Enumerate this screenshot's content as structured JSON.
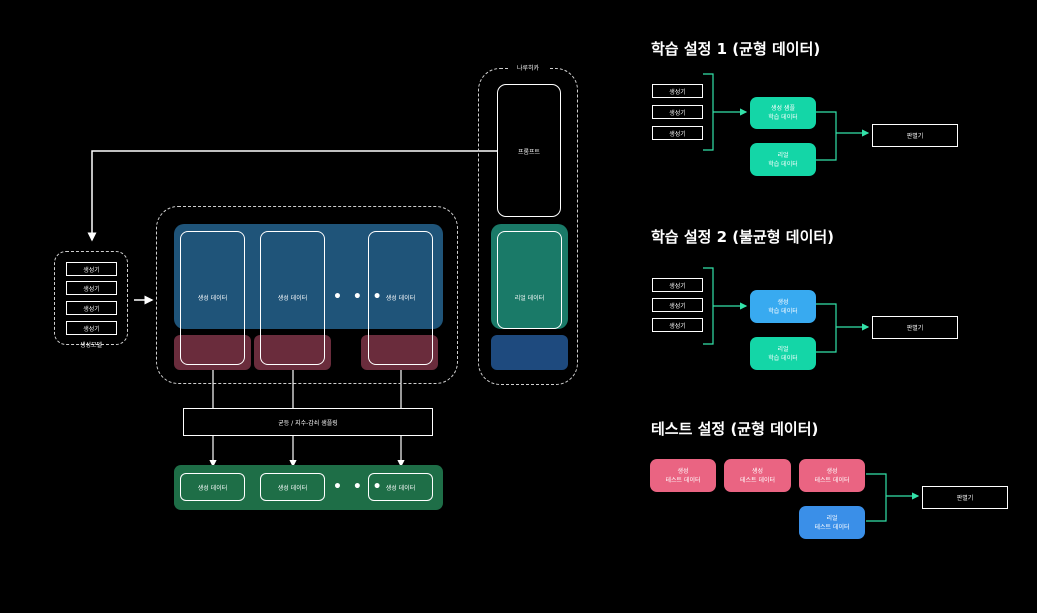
{
  "diagram": {
    "generator_label": "생성기",
    "gen_model_label": "생성모델",
    "ellipsis": "• • •",
    "gen_data_label": "생성 데이터",
    "real_data_label": "리얼 데이터",
    "naruhika_label": "나루히카",
    "prompt_label": "프롬프트",
    "sampling_label": "균등 / 지수-감쇠 샘플링"
  },
  "setup1": {
    "title": "학습 설정 1 (균형 데이터)",
    "gen_sample_box": "생성 샘플\n학습 데이터",
    "real_box": "리얼\n학습 데이터",
    "discriminator": "판별기"
  },
  "setup2": {
    "title": "학습 설정 2 (불균형 데이터)",
    "gen_box": "생성\n학습 데이터",
    "real_box": "리얼\n학습 데이터",
    "discriminator": "판별기"
  },
  "test": {
    "title": "테스트 설정 (균형 데이터)",
    "gen_box": "생성\n테스트 데이터",
    "real_box": "리얼\n테스트 데이터",
    "discriminator": "판별기"
  },
  "colors": {
    "blue": "#1f5479",
    "red": "#6a2c3c",
    "green": "#1e6e47",
    "teal": "#1a7a68",
    "navy": "#1e4a7e",
    "mint": "#14d6a7",
    "sky": "#38aaf0",
    "pink": "#ea6482",
    "test_blue": "#3a8fe8",
    "arrow_green": "#33e2a9"
  }
}
